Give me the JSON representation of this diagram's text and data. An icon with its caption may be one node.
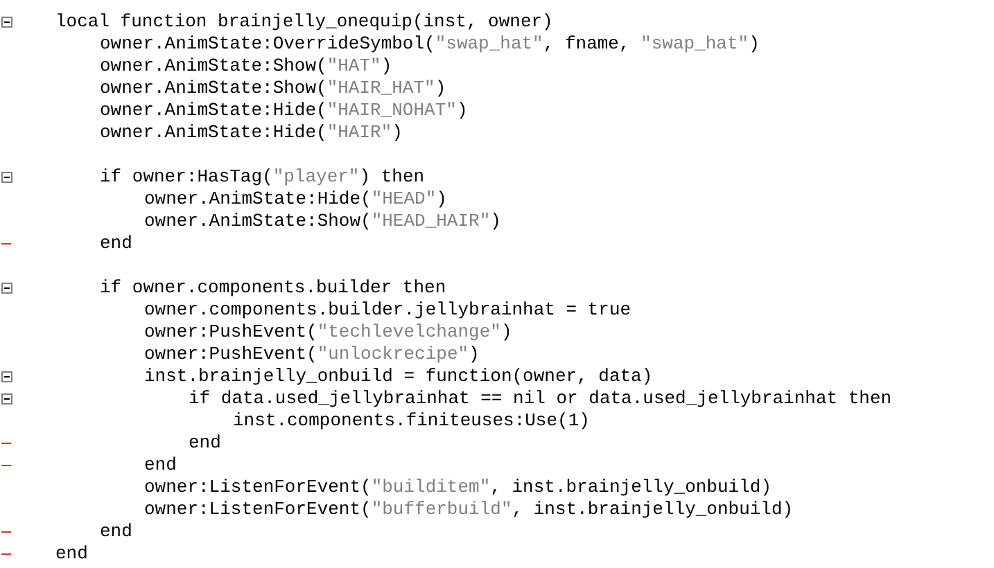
{
  "diagram": {
    "labels": [
      "local function brainjelly_onequip(inst, owner)",
      "owner.AnimState:OverrideSymbol(\"swap_hat\", fname, \"swap_hat\")",
      "owner.AnimState:Show(\"HAT\")",
      "owner.AnimState:Show(\"HAIR_HAT\")",
      "owner.AnimState:Hide(\"HAIR_NOHAT\")",
      "owner.AnimState:Hide(\"HAIR\")",
      "if owner:HasTag(\"player\") then",
      "owner.AnimState:Hide(\"HEAD\")",
      "owner.AnimState:Show(\"HEAD_HAIR\")",
      "end",
      "if owner.components.builder then",
      "owner.components.builder.jellybrainhat = true",
      "owner:PushEvent(\"techlevelchange\")",
      "owner:PushEvent(\"unlockrecipe\")",
      "inst.brainjelly_onbuild = function(owner, data)",
      "if data.used_jellybrainhat == nil or data.used_jellybrainhat then",
      "inst.components.finiteuses:Use(1)",
      "end",
      "end",
      "owner:ListenForEvent(\"builditem\", inst.brainjelly_onbuild)",
      "owner:ListenForEvent(\"bufferbuild\", inst.brainjelly_onbuild)",
      "end",
      "end"
    ]
  }
}
